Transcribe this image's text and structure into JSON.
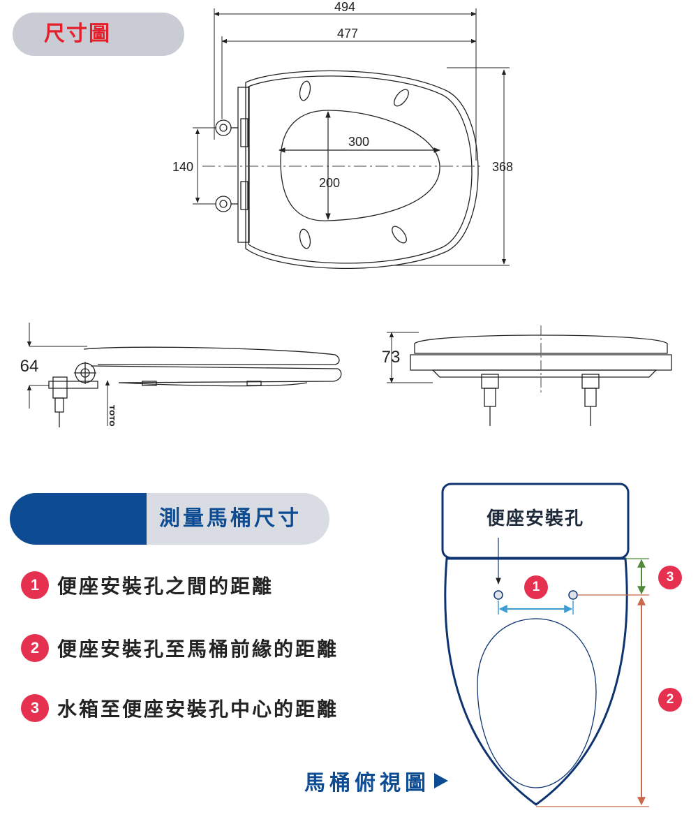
{
  "header": {
    "title": "尺寸圖"
  },
  "dimensions": {
    "width_outer": "494",
    "width_inner": "477",
    "bolt_spacing": "140",
    "length": "368",
    "opening_length": "300",
    "opening_width": "200",
    "side_height": "64",
    "front_height": "73",
    "brand_mark": "TOTO"
  },
  "measure": {
    "title": "測量馬桶尺寸",
    "steps": [
      {
        "num": "1",
        "text": "便座安裝孔之間的距離"
      },
      {
        "num": "2",
        "text": "便座安裝孔至馬桶前緣的距離"
      },
      {
        "num": "3",
        "text": "水箱至便座安裝孔中心的距離"
      }
    ]
  },
  "topview": {
    "label": "馬桶俯視圖",
    "tank_label": "便座安裝孔",
    "markers": [
      "1",
      "2",
      "3"
    ]
  },
  "colors": {
    "title_red": "#e41f2a",
    "navy": "#0d4c93",
    "badge_pink": "#e5304f",
    "arrow_blue": "#3d9fd4",
    "arrow_green": "#4e8a3a",
    "arrow_orange": "#c9674b"
  }
}
